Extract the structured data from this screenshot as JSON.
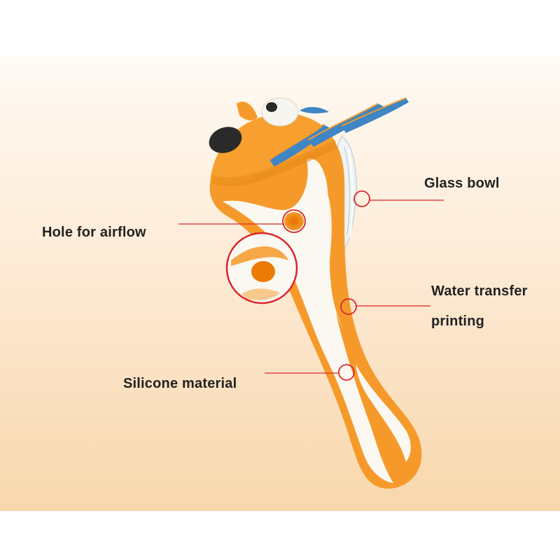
{
  "colors": {
    "silicone_orange": "#f59a2a",
    "silicone_white": "#fbf8f2",
    "accent_blue": "#3f86c4",
    "callout_red": "#d9262b"
  },
  "labels": {
    "hole_for_airflow": "Hole for airflow",
    "glass_bowl": "Glass bowl",
    "water_transfer_line1": "Water transfer",
    "water_transfer_line2": "printing",
    "silicone_material": "Silicone material"
  }
}
